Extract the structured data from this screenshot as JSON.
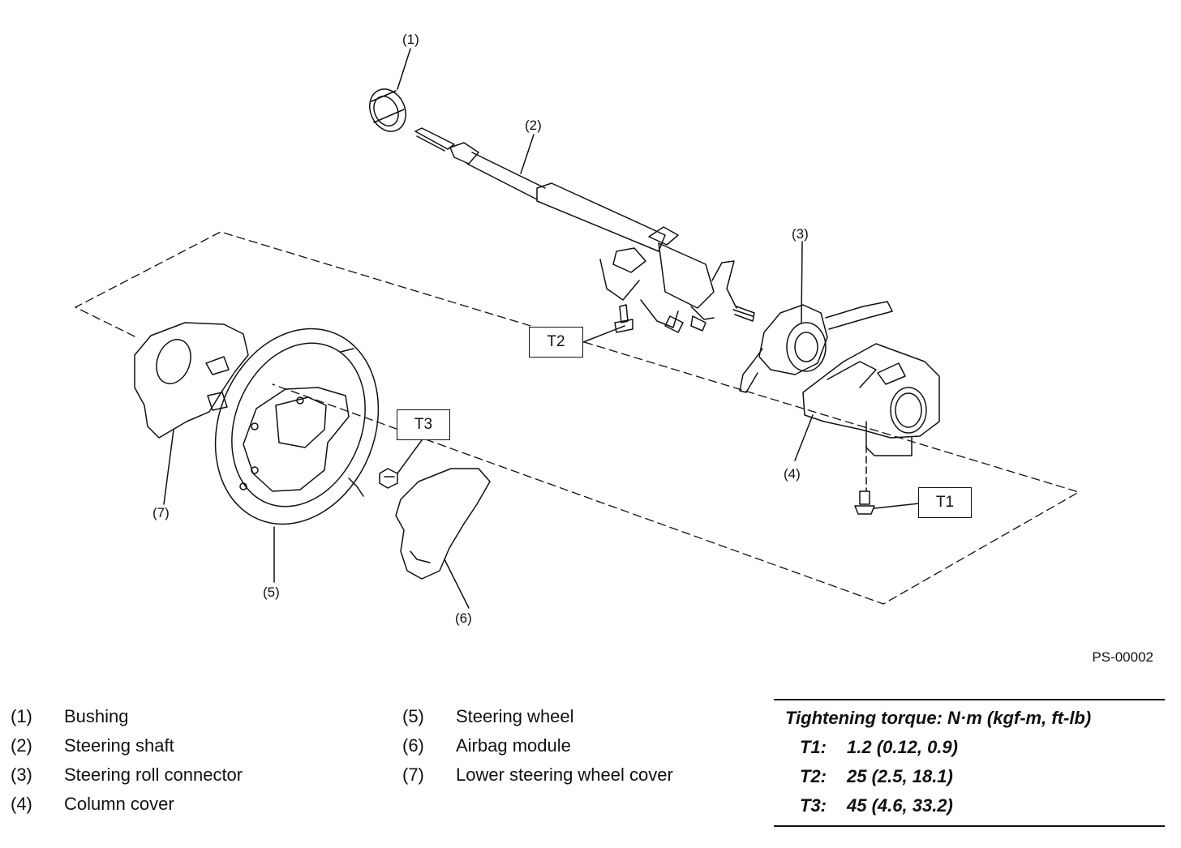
{
  "figure": {
    "figure_id": "PS-00002",
    "callouts": [
      "(1)",
      "(2)",
      "(3)",
      "(4)",
      "(5)",
      "(6)",
      "(7)"
    ],
    "torque_boxes": [
      "T1",
      "T2",
      "T3"
    ]
  },
  "legend": {
    "left": [
      {
        "num": "(1)",
        "label": "Bushing"
      },
      {
        "num": "(2)",
        "label": "Steering shaft"
      },
      {
        "num": "(3)",
        "label": "Steering roll connector"
      },
      {
        "num": "(4)",
        "label": "Column cover"
      }
    ],
    "middle": [
      {
        "num": "(5)",
        "label": "Steering wheel"
      },
      {
        "num": "(6)",
        "label": "Airbag module"
      },
      {
        "num": "(7)",
        "label": "Lower steering wheel cover"
      }
    ]
  },
  "torque": {
    "header": "Tightening torque: N·m (kgf-m, ft-lb)",
    "rows": [
      {
        "code": "T1:",
        "value": "1.2 (0.12, 0.9)"
      },
      {
        "code": "T2:",
        "value": "25 (2.5, 18.1)"
      },
      {
        "code": "T3:",
        "value": "45 (4.6, 33.2)"
      }
    ]
  }
}
